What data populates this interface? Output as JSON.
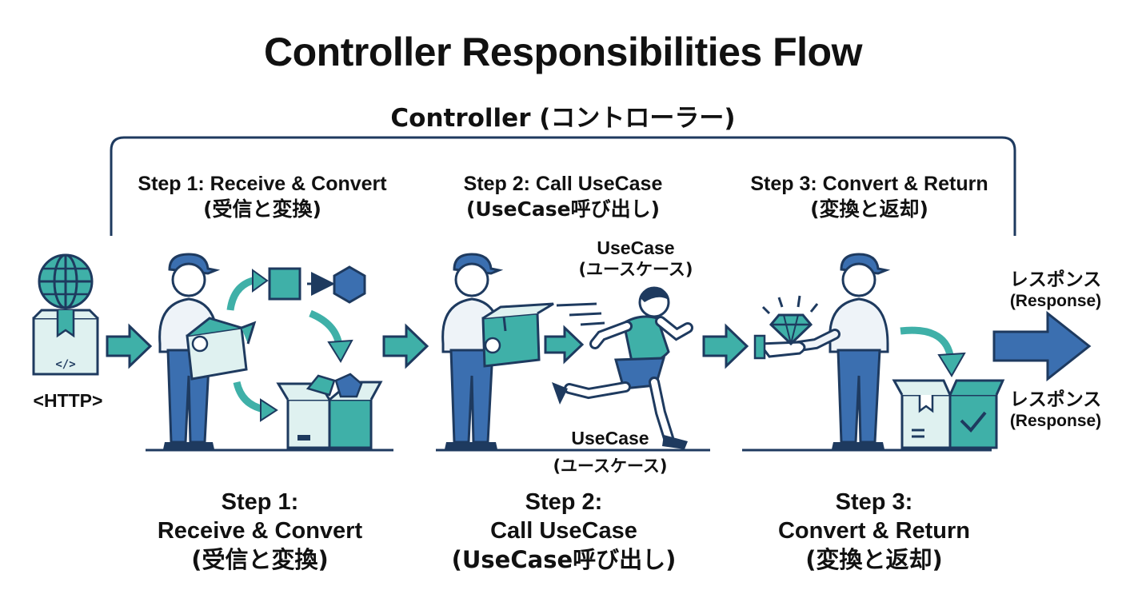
{
  "title": "Controller Responsibilities Flow",
  "controller_label": "Controller (コントローラー)",
  "steps_top": [
    {
      "line1": "Step 1: Receive & Convert",
      "line2": "(受信と変換)"
    },
    {
      "line1": "Step 2: Call UseCase",
      "line2": "(UseCase呼び出し)"
    },
    {
      "line1": "Step 3: Convert & Return",
      "line2": "(変換と返却)"
    }
  ],
  "steps_bottom": [
    {
      "line1": "Step 1:",
      "line2": "Receive & Convert",
      "line3": "(受信と変換)"
    },
    {
      "line1": "Step 2:",
      "line2": "Call UseCase",
      "line3": "(UseCase呼び出し)"
    },
    {
      "line1": "Step 3:",
      "line2": "Convert & Return",
      "line3": "(変換と返却)"
    }
  ],
  "http_label": "<HTTP>",
  "usecase_top": {
    "line1": "UseCase",
    "line2": "(ユースケース)"
  },
  "usecase_bottom": {
    "line1": "UseCase",
    "line2": "(ユースケース)"
  },
  "response_top": {
    "line1": "レスポンス",
    "line2": "(Response)"
  },
  "response_bottom": {
    "line1": "レスポンス",
    "line2": "(Response)"
  },
  "colors": {
    "navy": "#1e3a5f",
    "blue": "#3b6fb0",
    "teal": "#3fb0a8",
    "light": "#dff1f0",
    "shirt": "#eef3f8"
  }
}
